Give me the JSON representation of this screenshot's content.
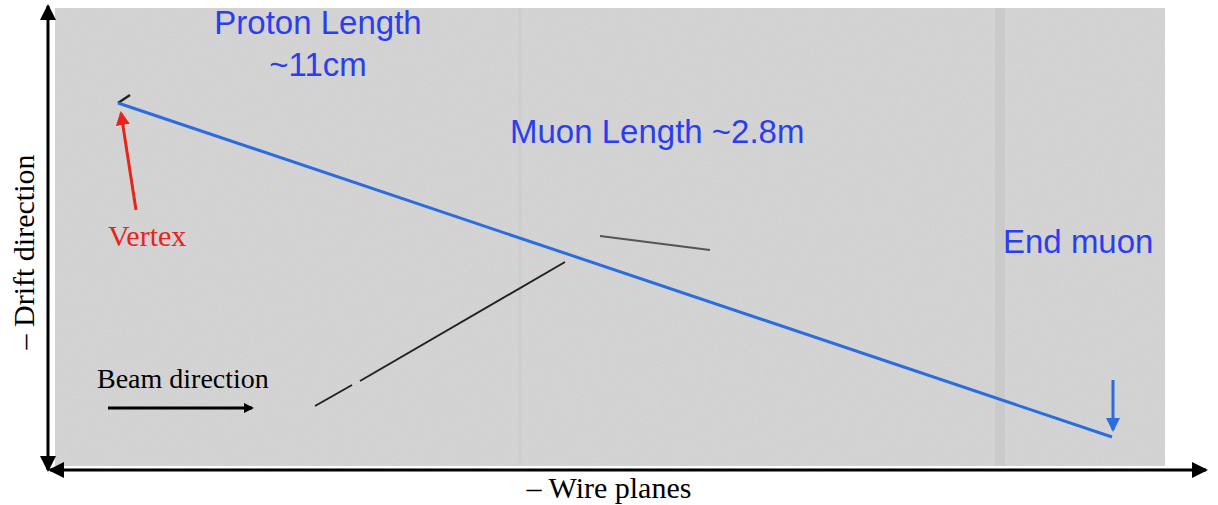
{
  "diagram": {
    "labels": [
      "Proton Length ~11cm",
      "Muon Length ~2.8m",
      "Vertex",
      "End muon",
      "Beam direction",
      "– Drift direction",
      "– Wire planes"
    ]
  }
}
